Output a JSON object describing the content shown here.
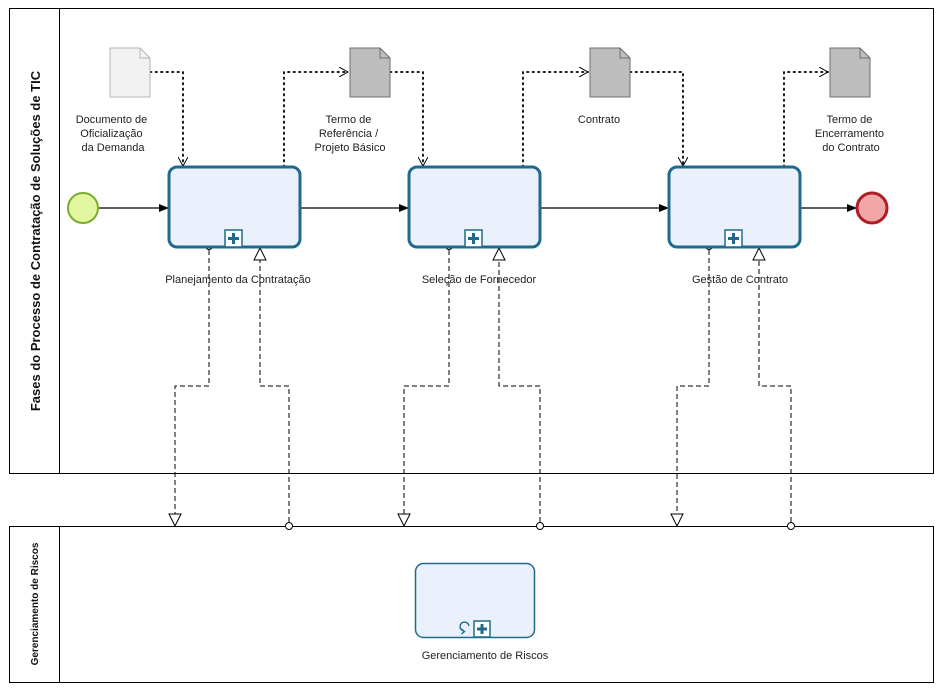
{
  "pools": {
    "main_title": "Fases do Processo de Contratação de Soluções de TIC",
    "risk_title": "Gerenciamento de Riscos"
  },
  "tasks": [
    {
      "label": "Planejamento da Contratação"
    },
    {
      "label": "Seleção de Fornecedor"
    },
    {
      "label": "Gestão de Contrato"
    }
  ],
  "risk_task": {
    "label": "Gerenciamento de Riscos"
  },
  "documents": [
    {
      "lines": [
        "Documento de",
        "Oficialização",
        "da Demanda"
      ],
      "style": "input"
    },
    {
      "lines": [
        "Termo de",
        "Referência /",
        "Projeto Básico"
      ],
      "style": "output"
    },
    {
      "lines": [
        "Contrato"
      ],
      "style": "output"
    },
    {
      "lines": [
        "Termo de",
        "Encerramento",
        "do Contrato"
      ],
      "style": "output"
    }
  ],
  "colors": {
    "start_event_fill": "#e2f7a0",
    "start_event_stroke": "#7aad2a",
    "end_event_fill": "#f2a7a7",
    "end_event_stroke": "#b01c22",
    "task_fill": "#eaf0fc",
    "task_stroke": "#1f6a8c",
    "input_doc_fill": "#f2f2f2",
    "output_doc_fill": "#bdbdbd"
  },
  "icons": [
    "subprocess-plus-icon",
    "loop-icon",
    "document-icon"
  ]
}
